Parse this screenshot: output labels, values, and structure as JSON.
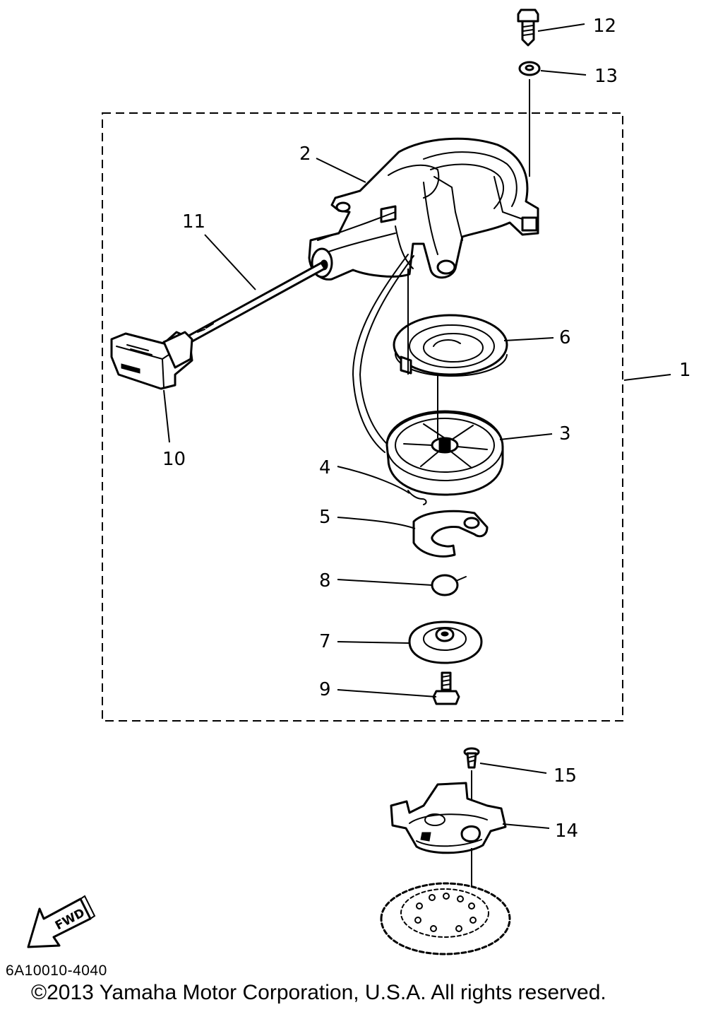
{
  "diagram": {
    "callouts": [
      {
        "id": "1",
        "label": "1"
      },
      {
        "id": "2",
        "label": "2"
      },
      {
        "id": "3",
        "label": "3"
      },
      {
        "id": "4",
        "label": "4"
      },
      {
        "id": "5",
        "label": "5"
      },
      {
        "id": "6",
        "label": "6"
      },
      {
        "id": "7",
        "label": "7"
      },
      {
        "id": "8",
        "label": "8"
      },
      {
        "id": "9",
        "label": "9"
      },
      {
        "id": "10",
        "label": "10"
      },
      {
        "id": "11",
        "label": "11"
      },
      {
        "id": "12",
        "label": "12"
      },
      {
        "id": "13",
        "label": "13"
      },
      {
        "id": "14",
        "label": "14"
      },
      {
        "id": "15",
        "label": "15"
      }
    ],
    "fwd_label": "FWD"
  },
  "footer": {
    "part_code": "6A10010-4040",
    "copyright": "©2013 Yamaha Motor Corporation, U.S.A. All rights reserved."
  }
}
